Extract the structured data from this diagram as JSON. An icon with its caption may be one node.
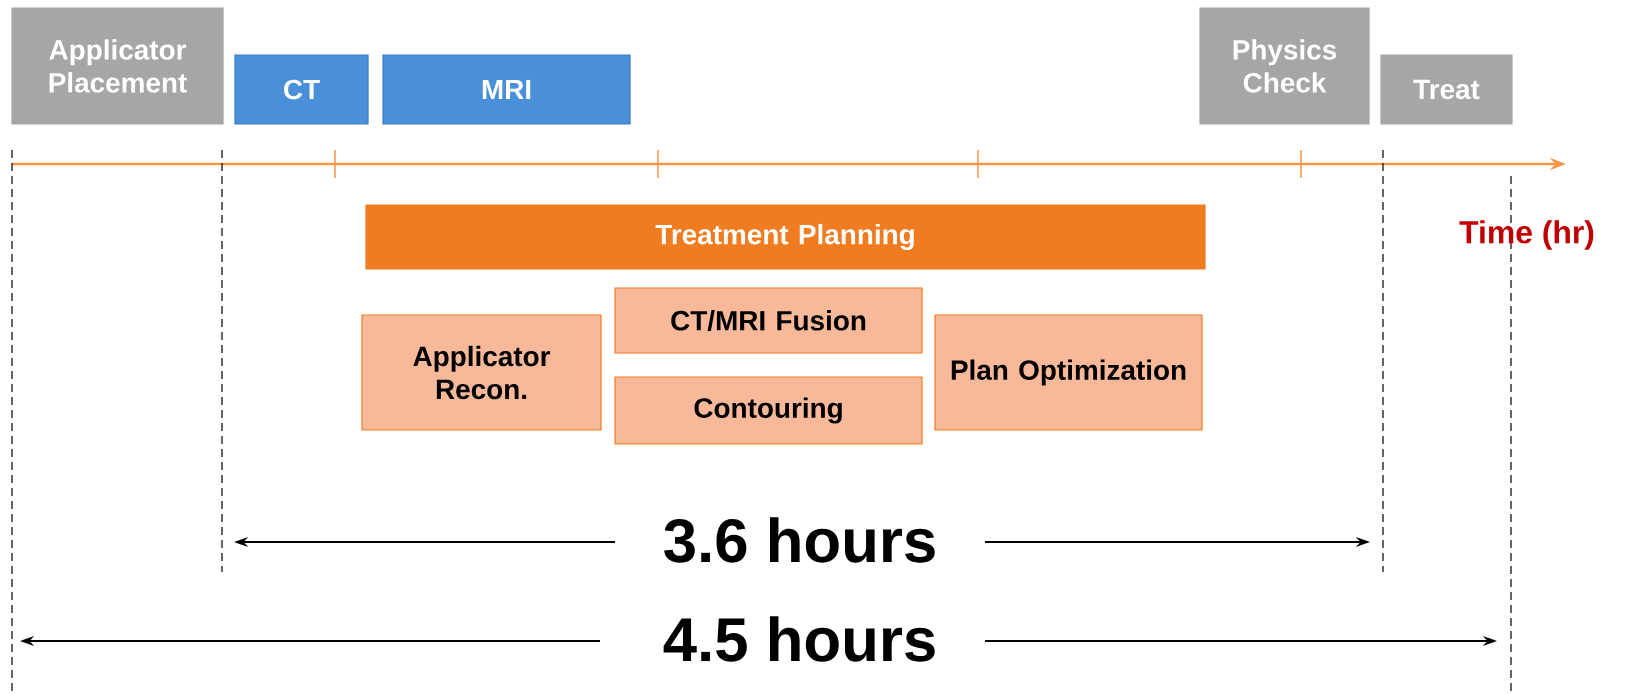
{
  "diagram": {
    "nodes": [
      {
        "text": [
          "Applicator Placement"
        ]
      },
      {
        "text": [
          "CT"
        ]
      },
      {
        "text": [
          "MRI"
        ]
      },
      {
        "text": [
          "Physics Check"
        ]
      },
      {
        "text": [
          "Treat"
        ]
      },
      {
        "text": [
          "Treatment Planning"
        ]
      },
      {
        "text": [
          "Applicator Recon."
        ]
      },
      {
        "text": [
          "CT/MRI Fusion"
        ]
      },
      {
        "text": [
          "Contouring"
        ]
      },
      {
        "text": [
          "Plan Optimization"
        ]
      }
    ],
    "labels": [
      "Time (hr)",
      "3.6 hours",
      "4.5 hours"
    ]
  }
}
